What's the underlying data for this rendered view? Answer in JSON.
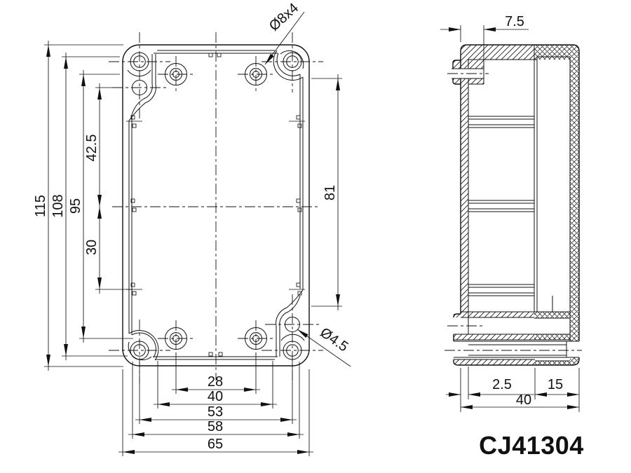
{
  "part_number": "CJ41304",
  "colors": {
    "ink": "#111111",
    "paper": "#ffffff"
  },
  "front_view": {
    "dims_left": [
      "115",
      "108",
      "95",
      "42.5",
      "30"
    ],
    "dim_right": "81",
    "dims_bottom": [
      "28",
      "40",
      "53",
      "58",
      "65"
    ],
    "leader_boss_label": "Ø8x4",
    "leader_hole_label": "Ø4.5"
  },
  "side_view": {
    "dim_top": "7.5",
    "dims_bottom": [
      "2.5",
      "15",
      "40"
    ]
  }
}
